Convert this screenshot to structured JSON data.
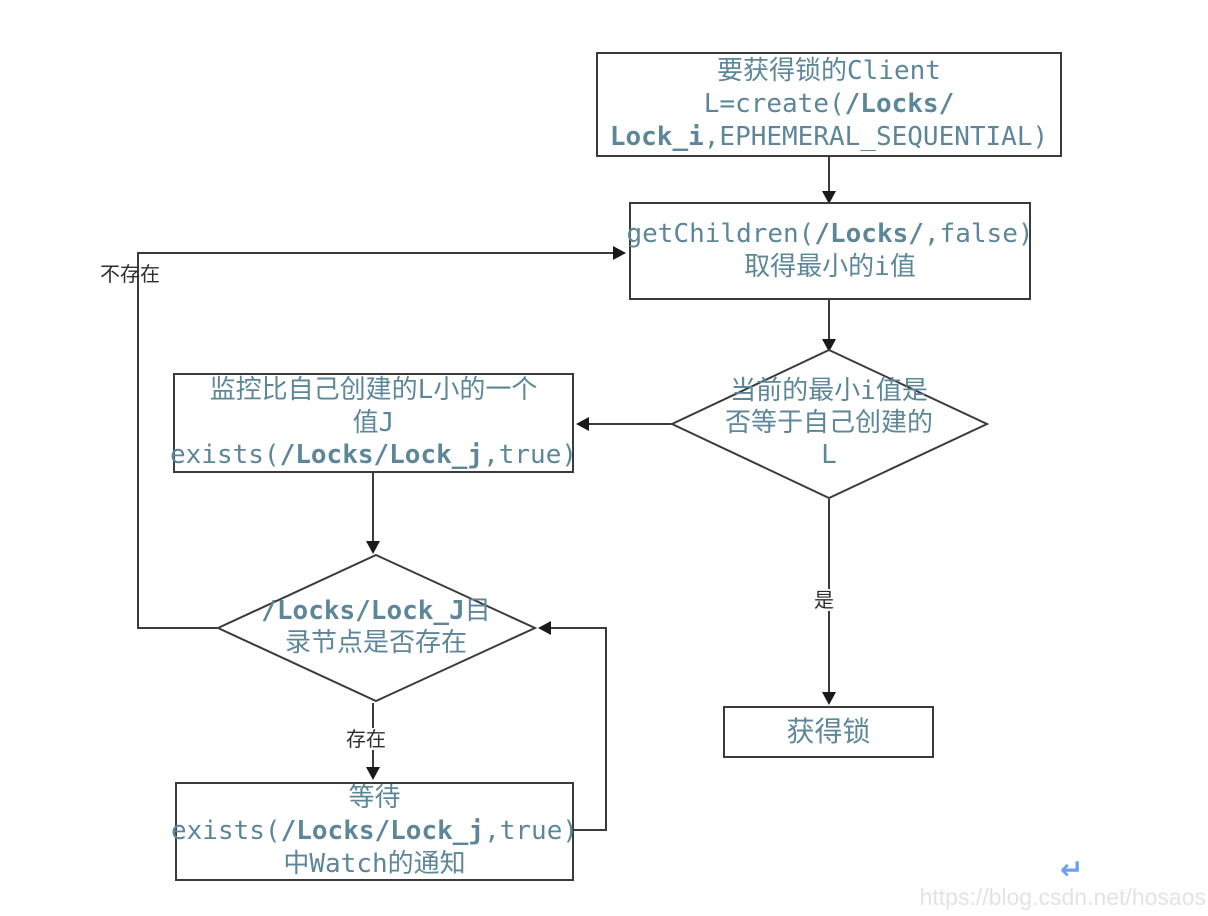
{
  "colors": {
    "node_text": "#5d8799",
    "border": "#3b3b3b",
    "connector": "#3b3b3b",
    "edge_label_text": "#2e2e2e",
    "watermark_text": "#e3e3e3",
    "watermark_icon": "#6ba1f5"
  },
  "nodes": {
    "start": {
      "shape": "rect",
      "lines": [
        [
          {
            "t": "要获得锁的Client"
          }
        ],
        [
          {
            "t": "L=create("
          },
          {
            "t": "/Locks/",
            "b": true
          }
        ],
        [
          {
            "t": "Lock_i",
            "b": true
          },
          {
            "t": ",EPHEMERAL_SEQUENTIAL)"
          }
        ]
      ]
    },
    "get_children": {
      "shape": "rect",
      "lines": [
        [
          {
            "t": "getChildren("
          },
          {
            "t": "/Locks/",
            "b": true
          },
          {
            "t": ",false)"
          }
        ],
        [
          {
            "t": "取得最小的i值"
          }
        ]
      ]
    },
    "decision_min_i": {
      "shape": "diamond",
      "lines": [
        [
          {
            "t": "当前的最小i值是"
          }
        ],
        [
          {
            "t": "否等于自己创建的"
          }
        ],
        [
          {
            "t": "L"
          }
        ]
      ]
    },
    "watch_smaller": {
      "shape": "rect",
      "lines": [
        [
          {
            "t": "监控比自己创建的L小的一个"
          }
        ],
        [
          {
            "t": "值J"
          }
        ],
        [
          {
            "t": "exists("
          },
          {
            "t": "/Locks/Lock_j",
            "b": true
          },
          {
            "t": ",true)"
          }
        ]
      ]
    },
    "decision_exists": {
      "shape": "diamond",
      "lines": [
        [
          {
            "t": "/Locks/Lock_J",
            "b": true
          },
          {
            "t": "目"
          }
        ],
        [
          {
            "t": "录节点是否存在"
          }
        ]
      ]
    },
    "wait_watch": {
      "shape": "rect",
      "lines": [
        [
          {
            "t": "等待"
          }
        ],
        [
          {
            "t": "exists("
          },
          {
            "t": "/Locks/Lock_j",
            "b": true
          },
          {
            "t": ",true)"
          }
        ],
        [
          {
            "t": "中Watch的通知"
          }
        ]
      ]
    },
    "acquired": {
      "shape": "rect",
      "lines": [
        [
          {
            "t": "获得锁"
          }
        ]
      ]
    }
  },
  "edge_labels": {
    "not_exists": "不存在",
    "yes": "是",
    "exists": "存在"
  },
  "watermark": {
    "url_text": "https://blog.csdn.net/hosaos",
    "icon_glyph": "↵"
  }
}
